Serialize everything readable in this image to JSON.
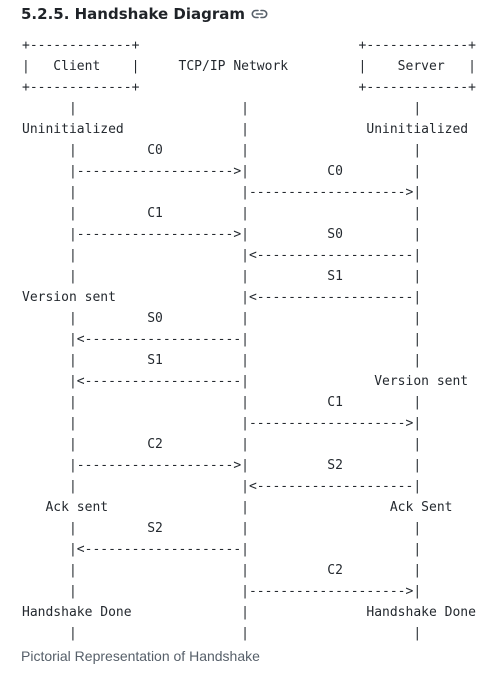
{
  "section": {
    "title": "5.2.5. Handshake Diagram",
    "anchor_icon": "link-icon"
  },
  "diagram": {
    "text": "+-------------+                            +-------------+\n|   Client    |     TCP/IP Network         |    Server   |\n+-------------+                            +-------------+\n      |                     |                     |\nUninitialized               |               Uninitialized\n      |         C0          |                     |\n      |-------------------->|          C0         |\n      |                     |-------------------->|\n      |         C1          |                     |\n      |-------------------->|          S0         |\n      |                     |<--------------------|\n      |                     |          S1         |\nVersion sent                |<--------------------|\n      |         S0          |                     |\n      |<--------------------|                     |\n      |         S1          |                     |\n      |<--------------------|                Version sent\n      |                     |          C1         |\n      |                     |-------------------->|\n      |         C2          |                     |\n      |-------------------->|          S2         |\n      |                     |<--------------------|\n   Ack sent                 |                  Ack Sent\n      |         S2          |                     |\n      |<--------------------|                     |\n      |                     |          C2         |\n      |                     |-------------------->|\nHandshake Done              |               Handshake Done\n      |                     |                     |"
  },
  "caption": "Pictorial Representation of Handshake"
}
